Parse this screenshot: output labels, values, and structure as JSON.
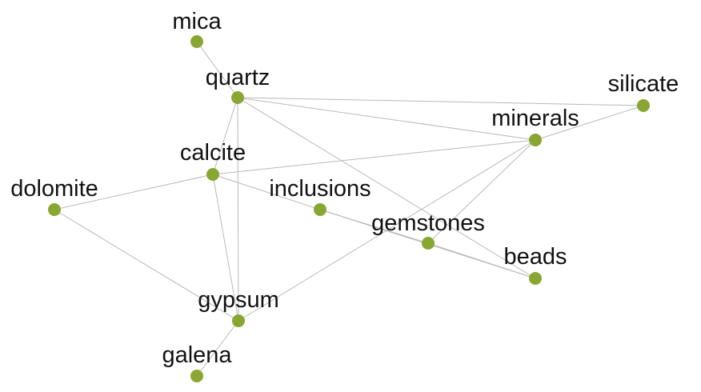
{
  "graph": {
    "node_color": "#8aa632",
    "edge_color": "#b9b9b9",
    "nodes": [
      {
        "id": "mica",
        "label": "mica"
      },
      {
        "id": "quartz",
        "label": "quartz"
      },
      {
        "id": "silicate",
        "label": "silicate"
      },
      {
        "id": "minerals",
        "label": "minerals"
      },
      {
        "id": "calcite",
        "label": "calcite"
      },
      {
        "id": "dolomite",
        "label": "dolomite"
      },
      {
        "id": "inclusions",
        "label": "inclusions"
      },
      {
        "id": "gemstones",
        "label": "gemstones"
      },
      {
        "id": "beads",
        "label": "beads"
      },
      {
        "id": "gypsum",
        "label": "gypsum"
      },
      {
        "id": "galena",
        "label": "galena"
      }
    ],
    "edges": [
      [
        "mica",
        "quartz"
      ],
      [
        "quartz",
        "silicate"
      ],
      [
        "quartz",
        "minerals"
      ],
      [
        "quartz",
        "calcite"
      ],
      [
        "quartz",
        "gypsum"
      ],
      [
        "quartz",
        "beads"
      ],
      [
        "silicate",
        "minerals"
      ],
      [
        "minerals",
        "calcite"
      ],
      [
        "minerals",
        "gemstones"
      ],
      [
        "minerals",
        "gypsum"
      ],
      [
        "calcite",
        "dolomite"
      ],
      [
        "calcite",
        "inclusions"
      ],
      [
        "calcite",
        "gypsum"
      ],
      [
        "inclusions",
        "gemstones"
      ],
      [
        "inclusions",
        "beads"
      ],
      [
        "gemstones",
        "beads"
      ],
      [
        "dolomite",
        "gypsum"
      ],
      [
        "gypsum",
        "galena"
      ]
    ]
  }
}
